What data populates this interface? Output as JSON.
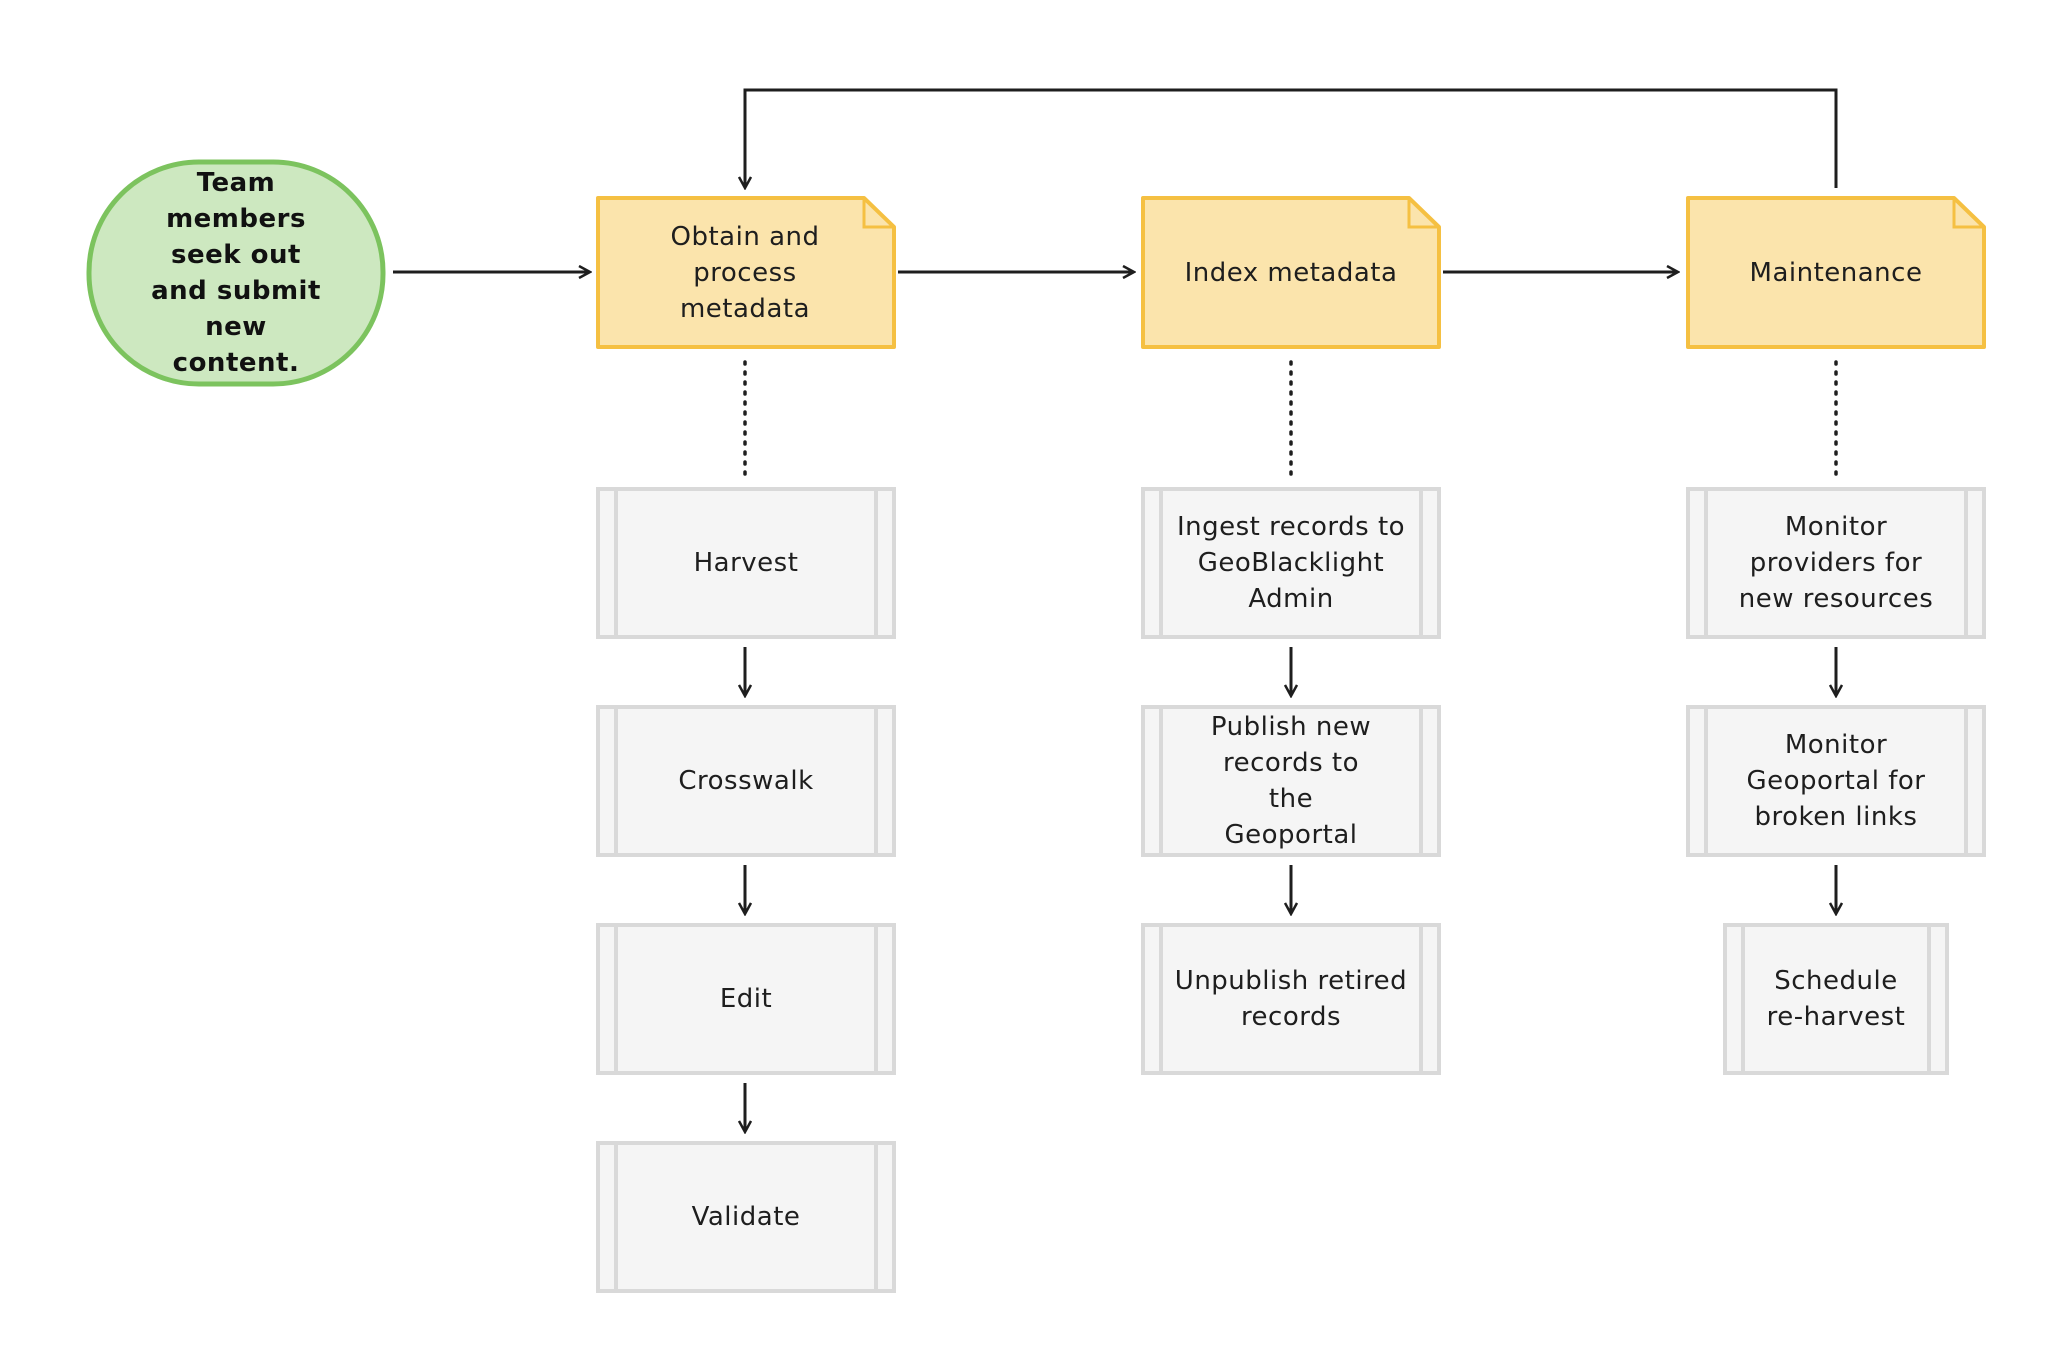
{
  "colors": {
    "start_fill": "#cde8c0",
    "start_stroke": "#7cc35e",
    "phase_fill": "#fbe4ac",
    "phase_stroke": "#f5c042",
    "process_fill": "#f5f5f5",
    "process_stroke": "#d9d9d9",
    "line": "#1e1e1e"
  },
  "start": {
    "label": "Team members seek out and submit new content."
  },
  "phases": [
    {
      "label": "Obtain and process metadata",
      "steps": [
        "Harvest",
        "Crosswalk",
        "Edit",
        "Validate"
      ]
    },
    {
      "label": "Index metadata",
      "steps": [
        "Ingest records to GeoBlacklight Admin",
        "Publish new records to the Geoportal",
        "Unpublish retired records"
      ]
    },
    {
      "label": "Maintenance",
      "steps": [
        "Monitor providers for new resources",
        "Monitor Geoportal for broken links",
        "Schedule re-harvest"
      ]
    }
  ]
}
